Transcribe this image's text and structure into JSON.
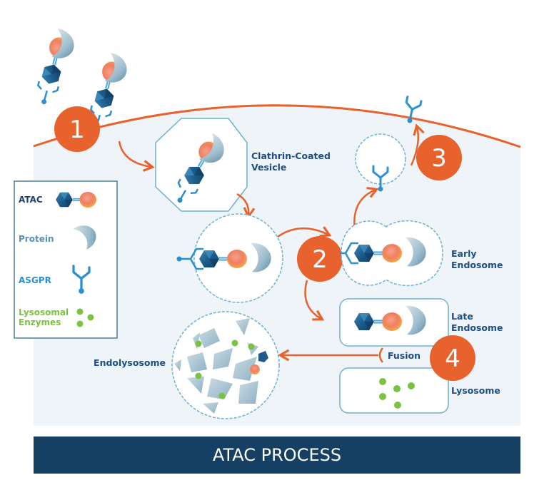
{
  "title": "ATAC PROCESS",
  "colors": {
    "membrane": "#e8622e",
    "step_badge": "#e8622e",
    "cell_bg": "#eef4f8",
    "banner_bg": "#153f63",
    "label_text": "#1f4e86",
    "receptor": "#2b8fd3",
    "enzyme": "#7cc242",
    "vesicle_outline": "#5aa9cf"
  },
  "legend": {
    "items": [
      {
        "label": "ATAC",
        "icon": "atac-molecule-icon",
        "color": "#1f3f75"
      },
      {
        "label": "Protein",
        "icon": "protein-icon",
        "color": "#5b8fb0"
      },
      {
        "label": "ASGPR",
        "icon": "asgpr-receptor-icon",
        "color": "#2b8fd3"
      },
      {
        "label": "Lysosomal",
        "label2": "Enzymes",
        "icon": "lysosomal-enzymes-icon",
        "color": "#7cc242"
      }
    ]
  },
  "steps": [
    {
      "number": "1"
    },
    {
      "number": "2"
    },
    {
      "number": "3"
    },
    {
      "number": "4"
    }
  ],
  "compartments": {
    "clathrin_line1": "Clathrin-Coated",
    "clathrin_line2": "Vesicle",
    "early_line1": "Early",
    "early_line2": "Endosome",
    "late_line1": "Late",
    "late_line2": "Endosome",
    "fusion": "Fusion",
    "lysosome": "Lysosome",
    "endolysosome": "Endolysosome"
  }
}
